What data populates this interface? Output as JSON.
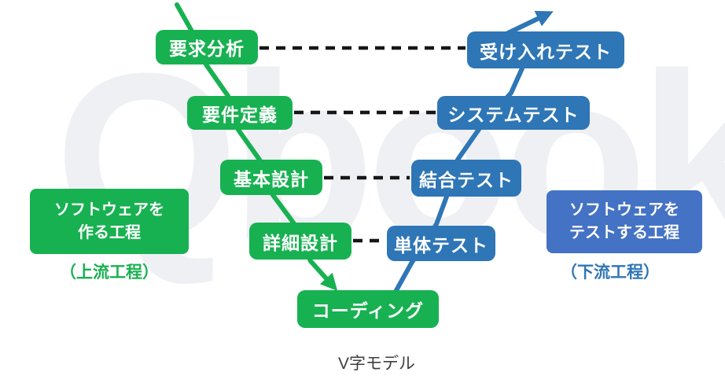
{
  "watermark": "Qbook",
  "title": "V字モデル",
  "colors": {
    "green": "#18B151",
    "blue": "#2E76B6",
    "label_blue": "#4472C4",
    "dash": "#161616",
    "title_text": "#3F3F3F",
    "watermark_gray": "#EEF0F4"
  },
  "process_steps": {
    "development": [
      {
        "label": "要求分析"
      },
      {
        "label": "要件定義"
      },
      {
        "label": "基本設計"
      },
      {
        "label": "詳細設計"
      },
      {
        "label": "コーディング"
      }
    ],
    "testing": [
      {
        "label": "受け入れテスト"
      },
      {
        "label": "システムテスト"
      },
      {
        "label": "結合テスト"
      },
      {
        "label": "単体テスト"
      }
    ]
  },
  "legend": {
    "development": {
      "line1": "ソフトウェアを",
      "line2": "作る工程",
      "caption": "（上流工程）"
    },
    "testing": {
      "line1": "ソフトウェアを",
      "line2": "テストする工程",
      "caption": "（下流工程）"
    }
  }
}
